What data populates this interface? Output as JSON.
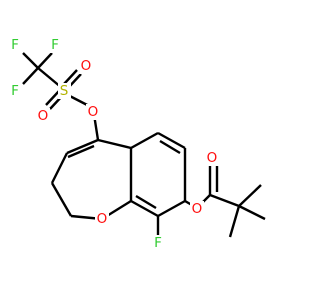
{
  "molecule": {
    "atoms": {
      "triflyl_f1": "F",
      "triflyl_f2": "F",
      "triflyl_f3": "F",
      "sulfur": "S",
      "sulfonyl_o1": "O",
      "sulfonyl_o2": "O",
      "triflate_o": "O",
      "ring_o": "O",
      "aryl_f": "F",
      "ester_o": "O",
      "carbonyl_o": "O"
    },
    "colors": {
      "bond": "#000000",
      "fluorine": "#33cc33",
      "oxygen": "#ff0d0d",
      "sulfur": "#b2b200"
    }
  }
}
